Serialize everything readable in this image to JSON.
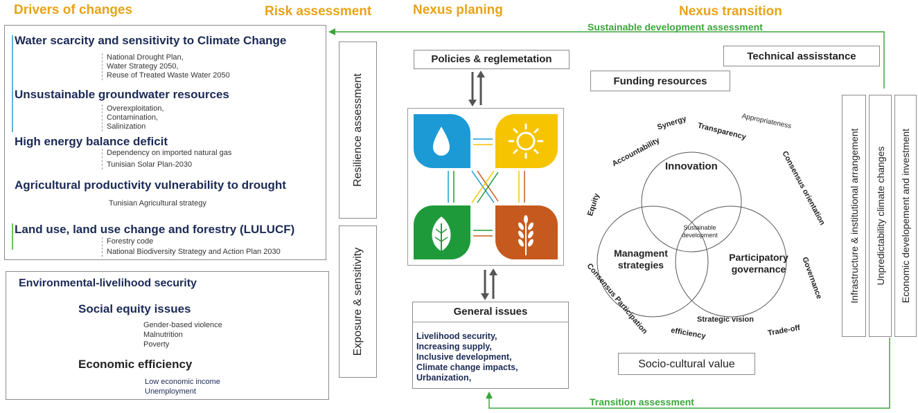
{
  "sections": {
    "drivers": "Drivers of changes",
    "risk": "Risk assessment",
    "planing": "Nexus planing",
    "transition": "Nexus transition"
  },
  "drivers": [
    {
      "title": "Water scarcity and sensitivity to Climate Change",
      "items": [
        "National Drought Plan,",
        "Water Strategy 2050,",
        "Reuse of Treated Waste Water 2050"
      ]
    },
    {
      "title": "Unsustainable groundwater resources",
      "items": [
        "Overexploitation,",
        "Contamination,",
        "Salinization"
      ]
    },
    {
      "title": "High energy balance deficit",
      "items": [
        "Dependency on imported natural gas",
        "Tunisian Solar Plan-2030"
      ]
    },
    {
      "title": "Agricultural productivity vulnerability to drought",
      "items": [
        "Tunisian Agricultural strategy"
      ]
    },
    {
      "title": "Land use, land use change and forestry (LULUCF)",
      "items": [
        "Forestry code",
        "National Biodiversity Strategy and Action Plan 2030"
      ]
    }
  ],
  "security": {
    "title": "Environmental-livelihood security",
    "social_title": "Social equity issues",
    "social_items": [
      "Gender-based violence",
      "Malnutrition",
      "Poverty"
    ],
    "economic_title": "Economic efficiency",
    "economic_items": [
      "Low economic income",
      "Unemployment"
    ]
  },
  "risk": {
    "resilience": "Resilience assessment",
    "exposure": "Exposure & sensitivity"
  },
  "planing": {
    "policies": "Policies & reglemetation",
    "general": "General issues",
    "issues": [
      "Livelihood security,",
      "Increasing supply,",
      "Inclusive development,",
      "Climate change impacts,",
      "Urbanization,"
    ],
    "tiles": [
      {
        "icon": "water-drop-icon",
        "color": "#1b9ad6"
      },
      {
        "icon": "sun-icon",
        "color": "#f6c400"
      },
      {
        "icon": "leaf-icon",
        "color": "#1f9a3a"
      },
      {
        "icon": "wheat-icon",
        "color": "#c65a1e"
      }
    ]
  },
  "transition": {
    "sustainable_assessment": "Sustainable development assessment",
    "transition_assessment": "Transition assessment",
    "technical": "Technical assisstance",
    "funding": "Funding resources",
    "socio": "Socio-cultural value",
    "circles": {
      "innovation": "Innovation",
      "managment": "Managment strategies",
      "participatory": "Participatory governance",
      "center": "Sustainable development"
    },
    "principles": [
      "Synergy",
      "Transparency",
      "Appropriateness",
      "Accountability",
      "Consensus orientation",
      "Equity",
      "Governance",
      "Consensus Participation",
      "Strategic vision",
      "efficiency",
      "Trade-off"
    ],
    "vertical": [
      "Infrastructure & institutional arrangement",
      "Unpredictability  climate changes",
      "Economic developement and investment"
    ]
  },
  "colors": {
    "accent": "#e8a317",
    "navy": "#1b2a56",
    "green": "#3aa53a"
  }
}
